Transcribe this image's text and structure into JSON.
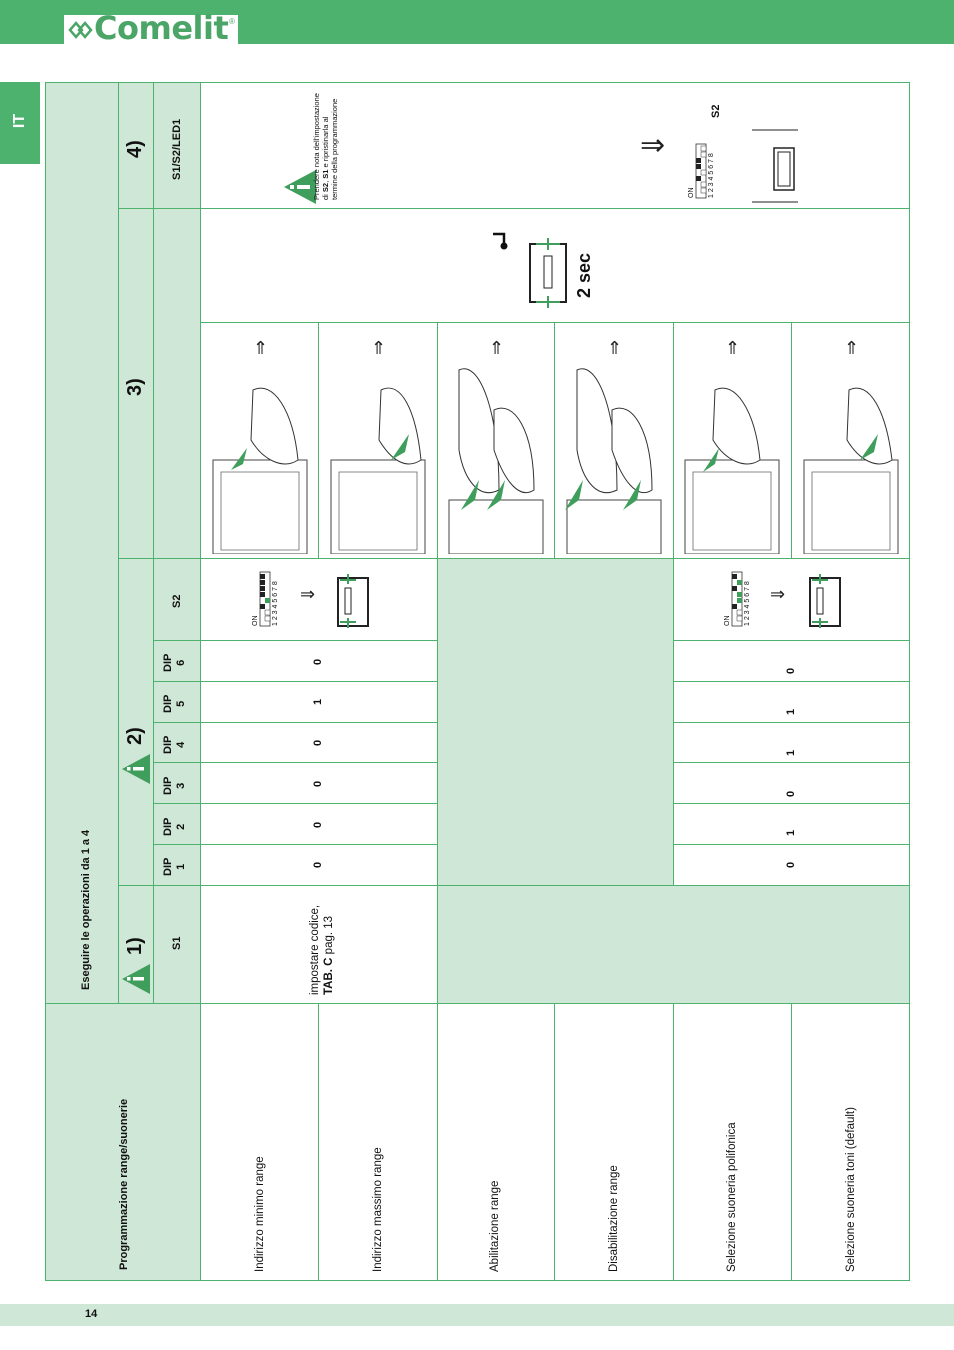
{
  "header": {
    "brand": "Comelit",
    "registered": "®"
  },
  "sidebar": {
    "lang": "IT"
  },
  "footer": {
    "page": "14"
  },
  "table": {
    "title": "Programmazione range/suonerie",
    "instruction": "Eseguire le operazioni da 1 a 4",
    "steps": [
      "1)",
      "2)",
      "3)",
      "4)"
    ],
    "cols": {
      "s1": "S1",
      "s2": "S2",
      "s1s2led": "S1/S2/LED1"
    },
    "dips": [
      {
        "a": "DIP",
        "b": "1"
      },
      {
        "a": "DIP",
        "b": "2"
      },
      {
        "a": "DIP",
        "b": "3"
      },
      {
        "a": "DIP",
        "b": "4"
      },
      {
        "a": "DIP",
        "b": "5"
      },
      {
        "a": "DIP",
        "b": "6"
      }
    ],
    "rows": [
      "Indirizzo minimo range",
      "Indirizzo massimo range",
      "Abilitazione range",
      "Disabilitazione range",
      "Selezione suoneria polifonica",
      "Selezione suoneria toni (default)"
    ],
    "s1_instruction": {
      "line1": "impostare   codice,",
      "bold": "TAB. C",
      "rest": " pag. 13"
    },
    "dip_values_range": [
      "0",
      "0",
      "0",
      "0",
      "1",
      "0"
    ],
    "dip_values_ring": [
      "0",
      "1",
      "0",
      "1",
      "1",
      "0"
    ],
    "dip_switch": {
      "on": "ON",
      "numbers": "1 2 3 4 5 6 7 8"
    },
    "duration": "2 sec",
    "note": {
      "p1": "Prendere nota dell'impostazione di ",
      "s2": "S2",
      "p2": ", ",
      "s1": "S1",
      "p3": " e ripristinarla al termine della programmazione"
    },
    "s2_label": "S2"
  }
}
